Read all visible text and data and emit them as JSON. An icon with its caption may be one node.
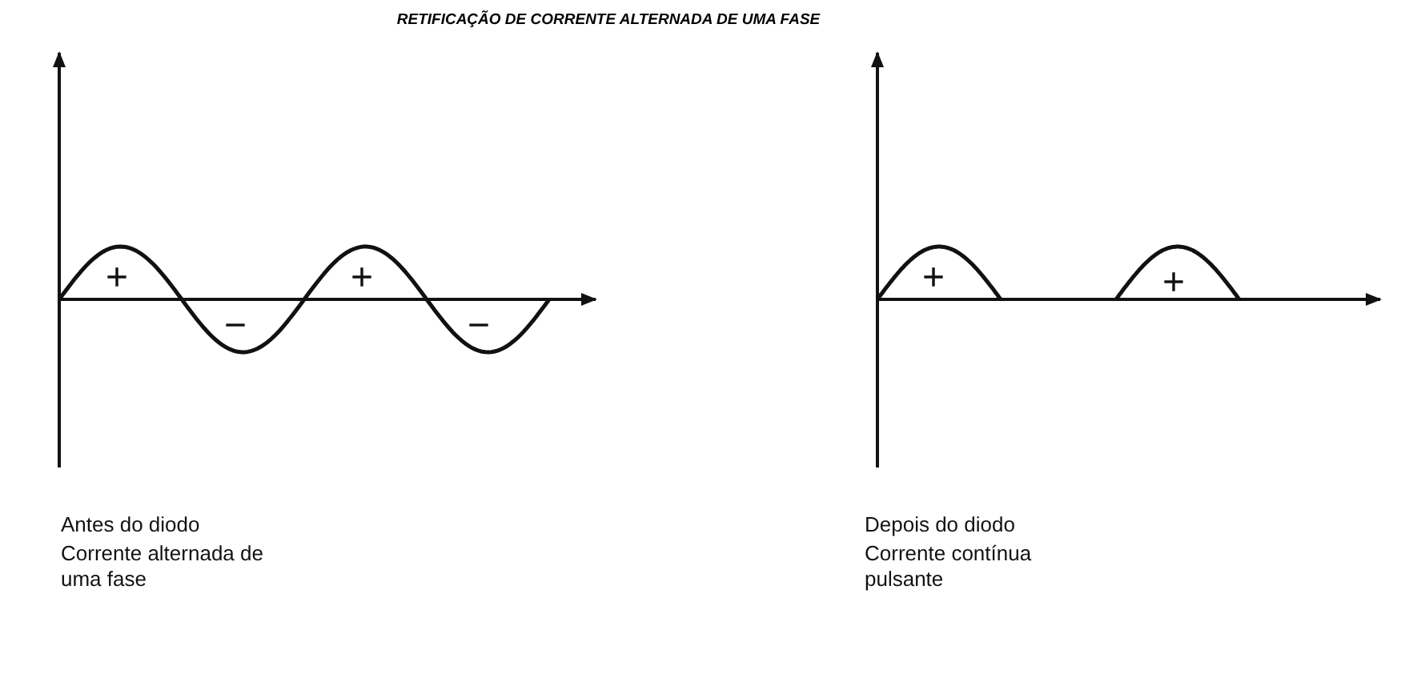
{
  "diagram": {
    "title": "RETIFICAÇÃO DE CORRENTE ALTERNADA DE UMA FASE",
    "labels": [
      "+",
      "−",
      "+",
      "−",
      "+",
      "+",
      "Antes do diodo",
      "Corrente alternada de uma fase",
      "Depois do diodo",
      "Corrente contínua pulsante"
    ]
  }
}
